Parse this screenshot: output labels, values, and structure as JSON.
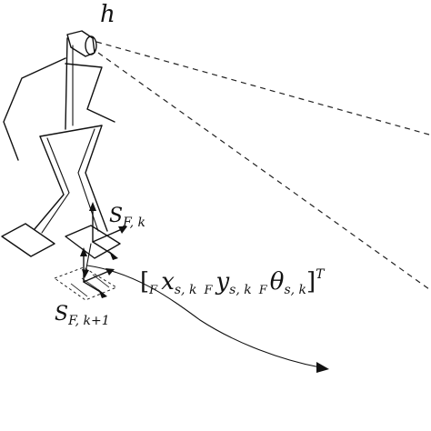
{
  "labels": {
    "camera_symbol": "h",
    "frame_current_base": "S",
    "frame_current_sub": "F, k",
    "frame_next_base": "S",
    "frame_next_sub": "F, k+1",
    "pose_open": "[",
    "pose_x_pre": "F",
    "pose_x": "x",
    "pose_x_sub": "s, k",
    "pose_y_pre": "F",
    "pose_y": "y",
    "pose_y_sub": "s, k",
    "pose_t_pre": "F",
    "pose_t": "θ",
    "pose_t_sub": "s, k",
    "pose_close": "]",
    "pose_sup": "T"
  }
}
